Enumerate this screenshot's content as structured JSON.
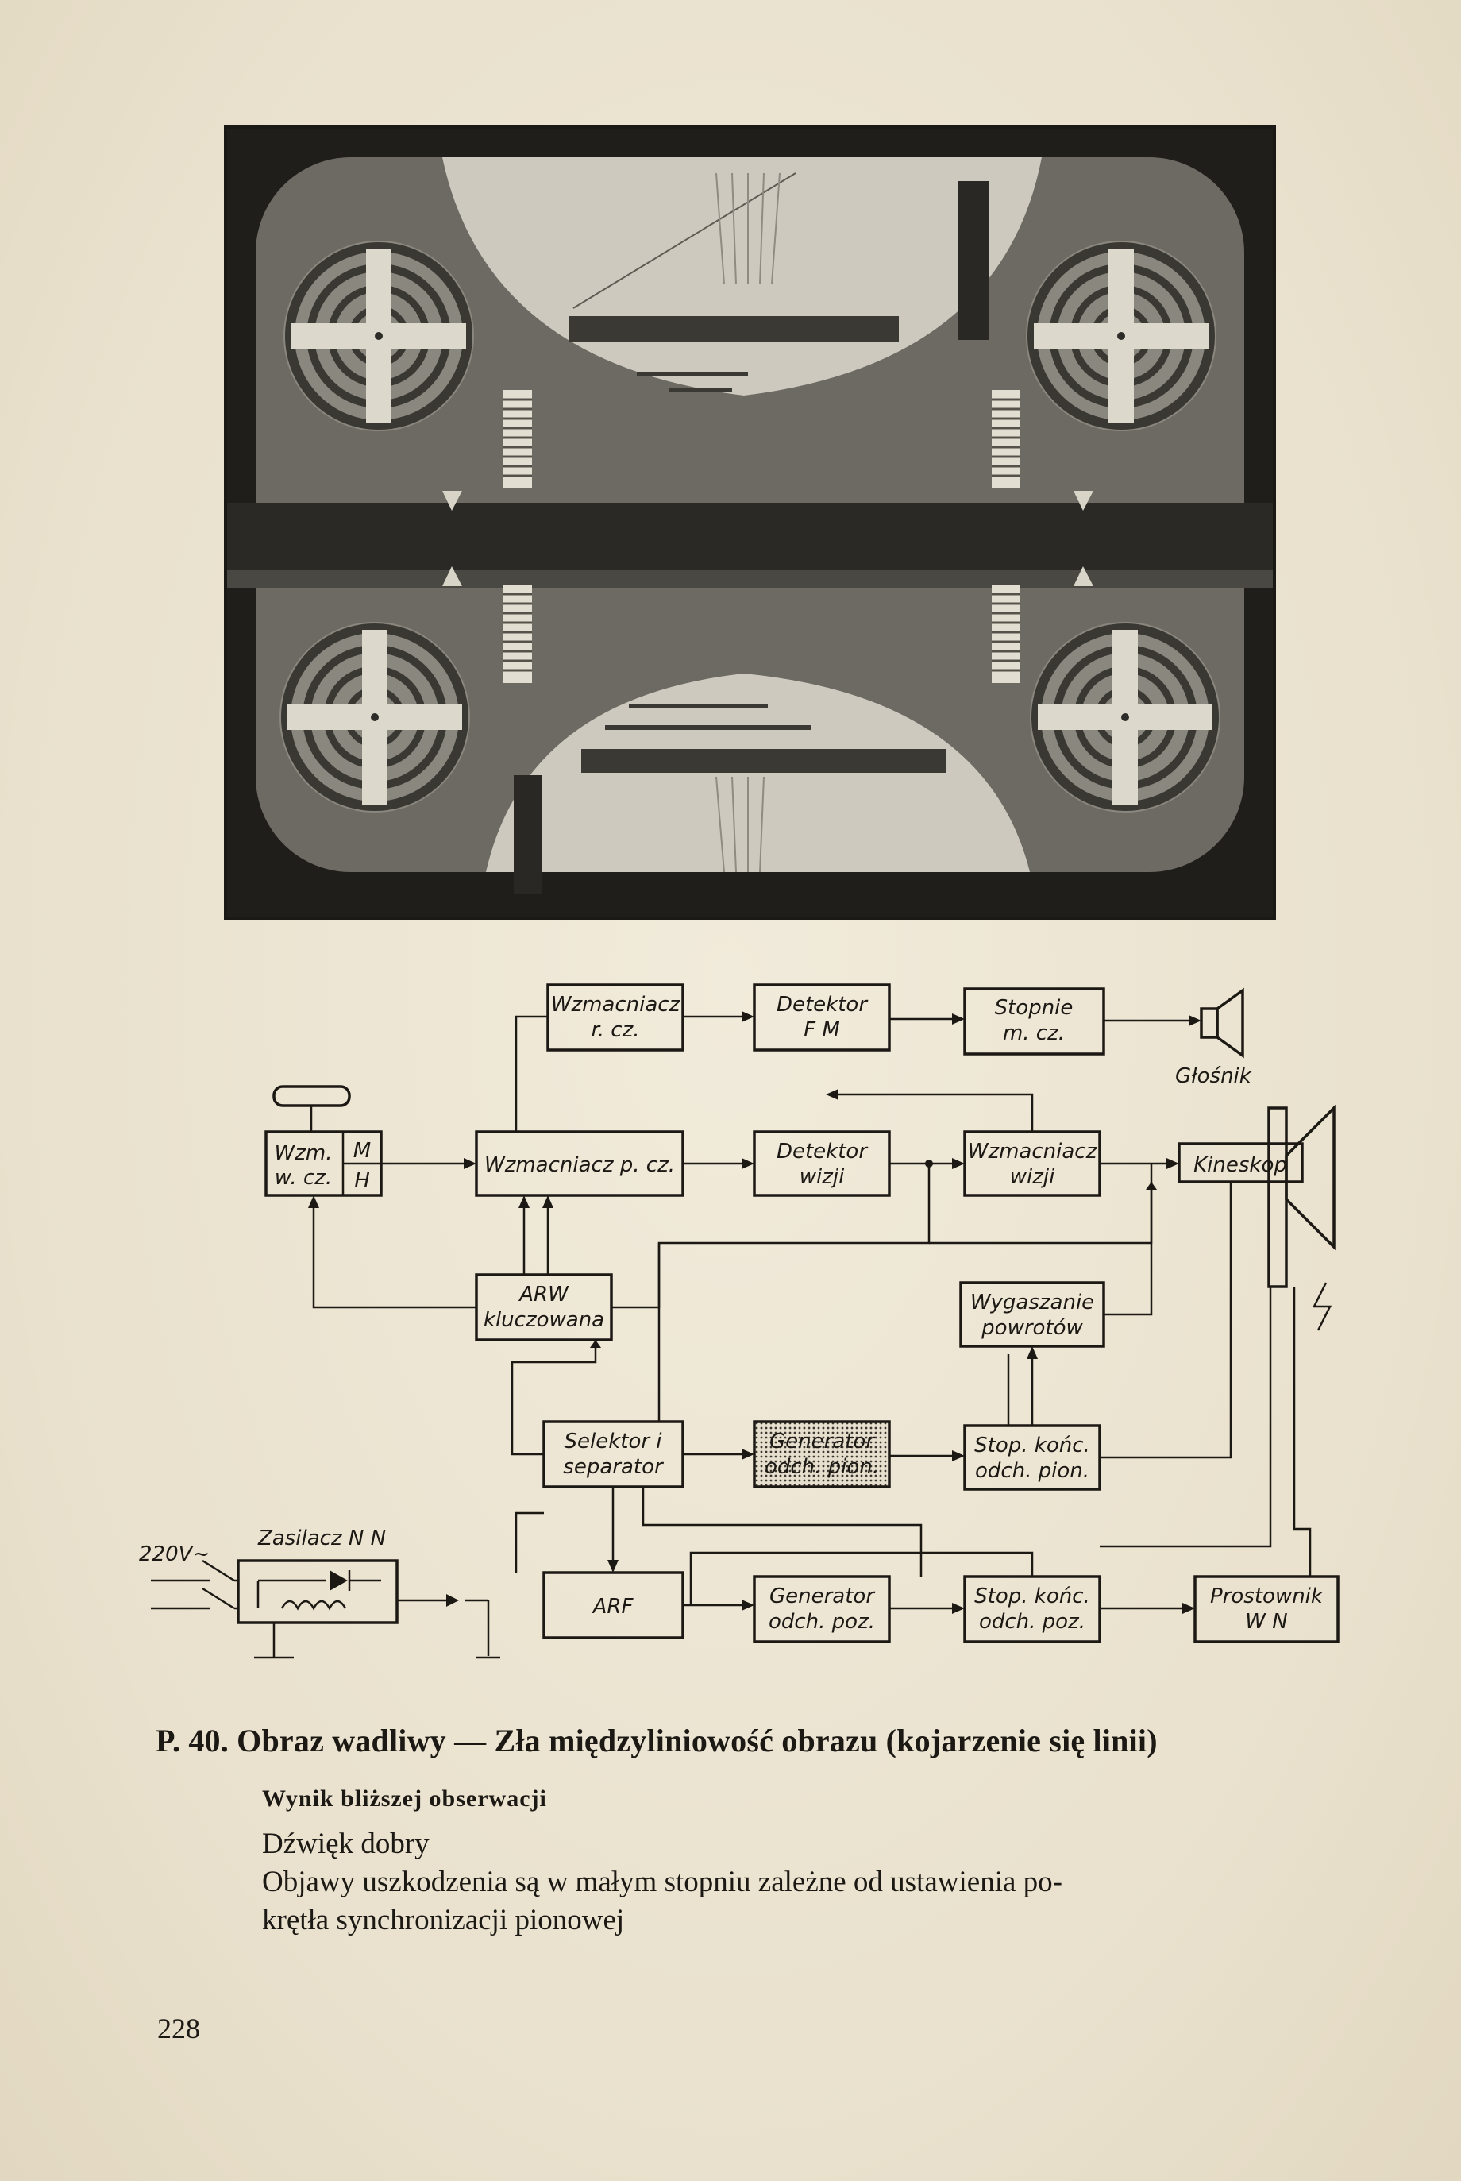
{
  "figure": {
    "photo_alt": "test card",
    "blocks": {
      "wzm_rcz": [
        "Wzmacniacz",
        "r. cz."
      ],
      "detektor_fm": [
        "Detektor",
        "F M"
      ],
      "stopnie_mcz": [
        "Stopnie",
        "m. cz."
      ],
      "glosnik": "Głośnik",
      "wzm_wcz": [
        "Wzm.",
        "w. cz."
      ],
      "wzm_wcz_mh": [
        "M",
        "H"
      ],
      "wzm_pcz": "Wzmacniacz p. cz.",
      "detektor_wizji": [
        "Detektor",
        "wizji"
      ],
      "wzm_wizji": [
        "Wzmacniacz",
        "wizji"
      ],
      "kineskop": "Kineskop",
      "arw": [
        "ARW",
        "kluczowana"
      ],
      "wygaszanie": [
        "Wygaszanie",
        "powrotów"
      ],
      "selektor": [
        "Selektor i",
        "separator"
      ],
      "gen_pion": [
        "Generator",
        "odch. pion."
      ],
      "stop_pion": [
        "Stop. końc.",
        "odch. pion."
      ],
      "zasilacz": "Zasilacz N N",
      "zasilanie": "220V~",
      "arf": "ARF",
      "gen_poz": [
        "Generator",
        "odch. poz."
      ],
      "stop_poz": [
        "Stop. końc.",
        "odch. poz."
      ],
      "prostownik": [
        "Prostownik",
        "W N"
      ]
    }
  },
  "caption": "P. 40. Obraz wadliwy — Zła międzyliniowość obrazu (kojarzenie się linii)",
  "subheading": "Wynik bliższej obserwacji",
  "body_lines": [
    "Dźwięk dobry",
    "Objawy uszkodzenia są w małym stopniu zależne od ustawienia po-",
    "krętła synchronizacji pionowej"
  ],
  "page_number": "228"
}
